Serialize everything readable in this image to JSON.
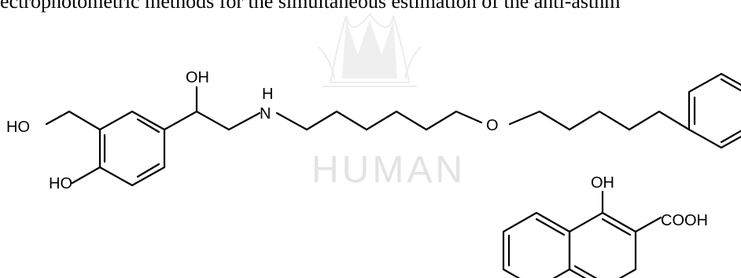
{
  "caption": "ectrophotometric methods for the simultaneous estimation of the anti-asthm",
  "watermark": {
    "text": "HUMAN"
  },
  "salmeterol": {
    "labels": {
      "oh_top": "OH",
      "nh_h": "H",
      "nh_n": "N",
      "ho_left": "HO",
      "ho_bottom": "HO",
      "ether_o": "O"
    }
  },
  "xinafoate": {
    "labels": {
      "oh": "OH",
      "cooh": "COOH"
    }
  },
  "colors": {
    "ink": "#000000",
    "watermark": "#e3e3e3",
    "background": "#ffffff"
  }
}
